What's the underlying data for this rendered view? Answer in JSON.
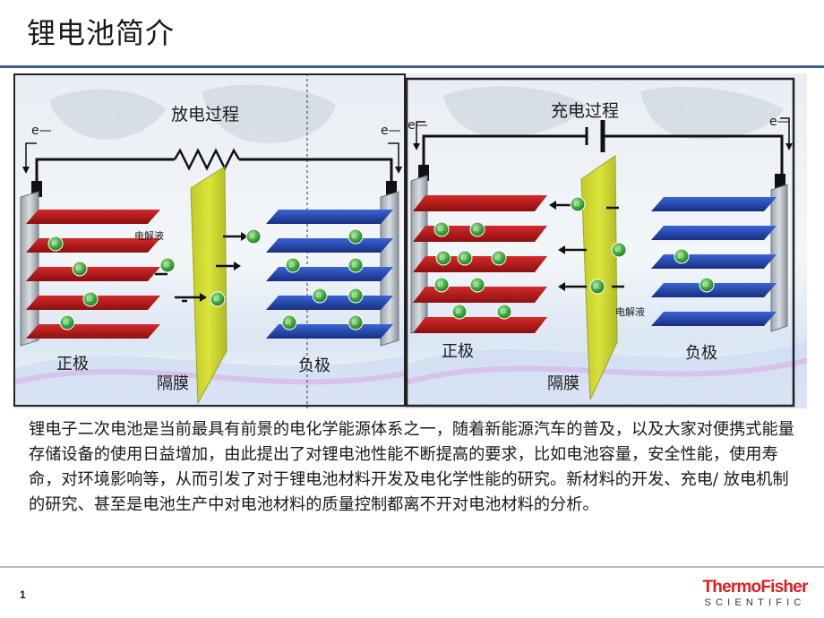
{
  "slide": {
    "title": "锂电池简介",
    "page_number": "1"
  },
  "figure": {
    "discharge": {
      "title": "放电过程",
      "electron_left": "e—",
      "electron_right": "e—",
      "electrolyte": "电解液",
      "cathode": "正极",
      "anode": "负极",
      "separator": "隔膜",
      "ion": "Li"
    },
    "charge": {
      "title": "充电过程",
      "electron_left": "e—",
      "electron_right": "e—",
      "electrolyte": "电解液",
      "cathode": "正极",
      "anode": "负极",
      "separator": "隔膜",
      "ion": "Li"
    },
    "colors": {
      "cathode_plate": "#b01818",
      "anode_plate": "#1e3f9e",
      "separator": "#c8d400",
      "ion": "#3aa63a",
      "wire": "#111111",
      "border": "#222222"
    }
  },
  "body_text": "锂电子二次电池是当前最具有前景的电化学能源体系之一，随着新能源汽车的普及，以及大家对便携式能量存储设备的使用日益增加，由此提出了对锂电池性能不断提高的要求，比如电池容量，安全性能，使用寿命，对环境影响等，从而引发了对于锂电池材料开发及电化学性能的研究。新材料的开发、充电/ 放电机制的研究、甚至是电池生产中对电池材料的质量控制都离不开对电池材料的分析。",
  "logo": {
    "main": "ThermoFisher",
    "sub": "SCIENTIFIC",
    "color": "#e11b22"
  }
}
